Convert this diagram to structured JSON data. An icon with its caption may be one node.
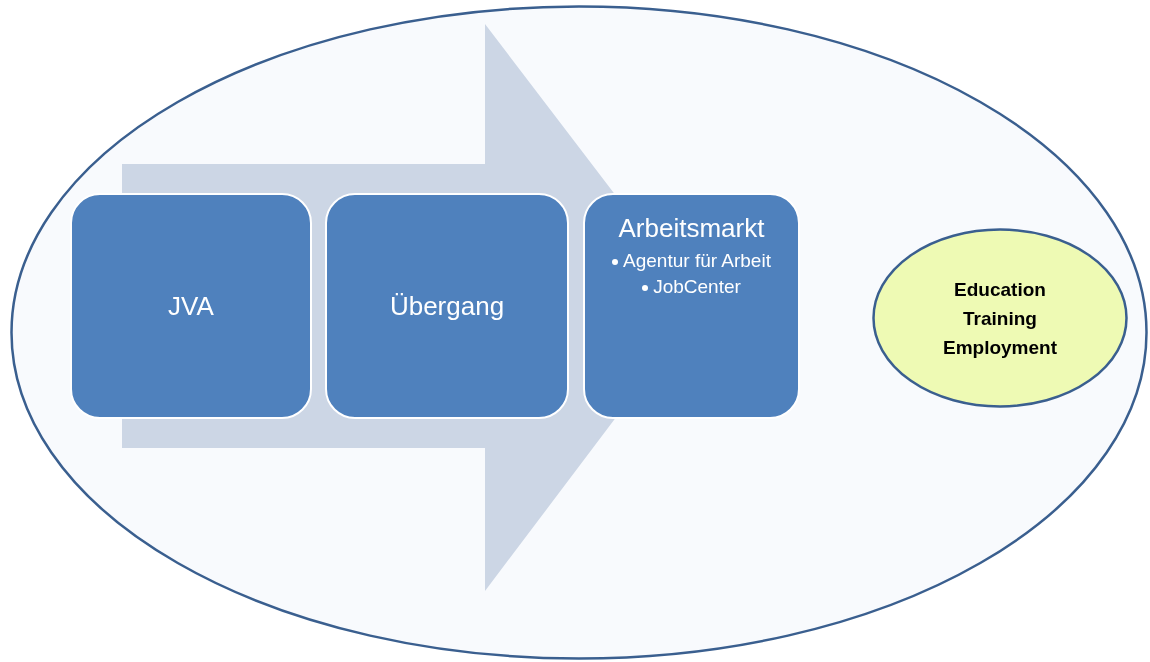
{
  "diagram": {
    "nodes": [
      {
        "text": [],
        "shape": "ellipse"
      },
      {
        "text": [
          "JVA"
        ],
        "in": 0
      },
      {
        "text": [
          "Übergang"
        ],
        "in": 0
      },
      {
        "text": [
          "Arbeitsmarkt",
          "Agentur für Arbeit",
          "JobCenter"
        ],
        "in": 0
      },
      {
        "text": [
          "Education Training Employment"
        ],
        "in": 0
      }
    ],
    "edges": [
      {
        "from": 1,
        "to": 3,
        "arrow": "to",
        "style": "thick"
      }
    ]
  }
}
